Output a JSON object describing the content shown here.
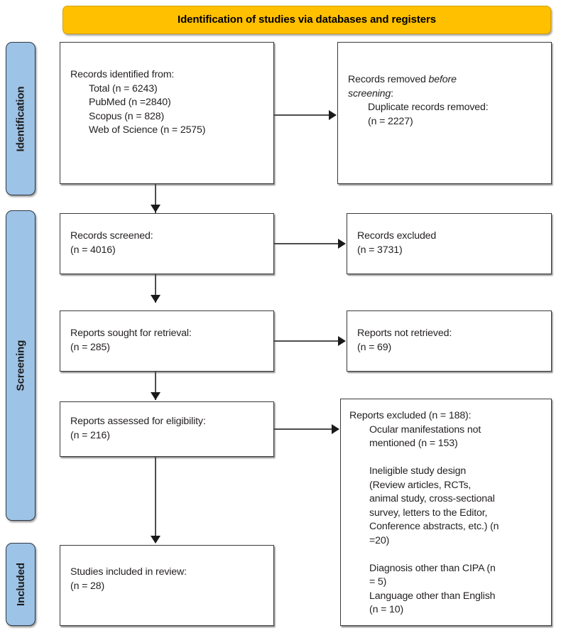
{
  "banner": {
    "title": "Identification of studies via databases and registers",
    "color": "#FFC000"
  },
  "stages": [
    {
      "name": "identification",
      "label": "Identification",
      "color": "#9DC3E6"
    },
    {
      "name": "screening",
      "label": "Screening",
      "color": "#9DC3E6"
    },
    {
      "name": "included",
      "label": "Included",
      "color": "#9DC3E6"
    }
  ],
  "boxes": {
    "records_identified": {
      "lines": [
        "Records identified from:",
        "Total (n = 6243)",
        "PubMed (n =2840)",
        "Scopus (n = 828)",
        "Web of Science (n = 2575)"
      ]
    },
    "records_removed": {
      "line1_a": "Records removed ",
      "line1_b": "before",
      "line2_a": "screening",
      "line2_b": ":",
      "line3": "Duplicate records removed:",
      "line4": "(n = 2227)"
    },
    "records_screened": {
      "lines": [
        "Records screened:",
        "(n = 4016)"
      ]
    },
    "records_excluded": {
      "lines": [
        "Records excluded",
        "(n = 3731)"
      ]
    },
    "reports_sought": {
      "lines": [
        "Reports sought for retrieval:",
        "(n = 285)"
      ]
    },
    "reports_not_retrieved": {
      "lines": [
        "Reports not retrieved:",
        "(n = 69)"
      ]
    },
    "reports_assessed": {
      "lines": [
        "Reports assessed for eligibility:",
        "(n = 216)"
      ]
    },
    "reports_excluded": {
      "heading": "Reports excluded (n = 188):",
      "reason1_line1": "Ocular manifestations not",
      "reason1_line2": "mentioned (n = 153)",
      "reason2_line1": "Ineligible study design",
      "reason2_line2": "(Review articles, RCTs,",
      "reason2_line3": "animal study, cross-sectional",
      "reason2_line4": "survey, letters to the Editor,",
      "reason2_line5": "Conference abstracts, etc.) (n",
      "reason2_line6": "=20)",
      "reason3_line1": "Diagnosis other than CIPA (n",
      "reason3_line2": "= 5)",
      "reason4_line1": "Language other than English",
      "reason4_line2": "(n = 10)"
    },
    "studies_included": {
      "lines": [
        "Studies included in review:",
        "(n = 28)"
      ]
    }
  }
}
